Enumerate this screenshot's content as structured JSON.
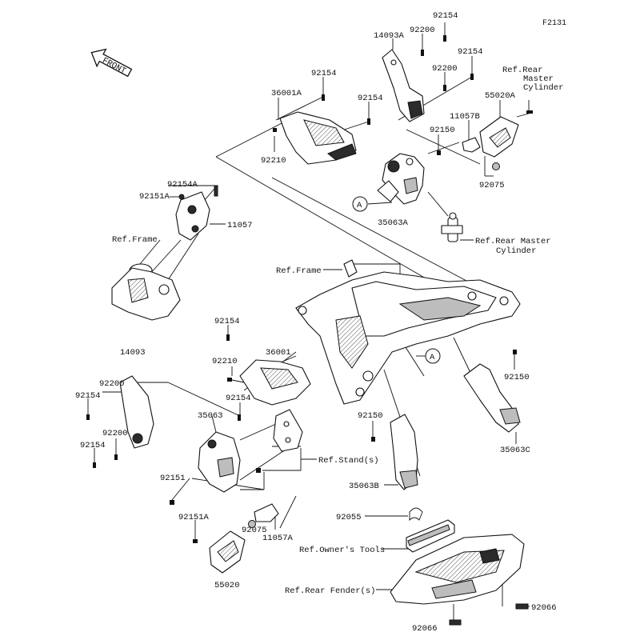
{
  "figure_id": "F2131",
  "front_label": "FRONT",
  "labels": {
    "p14093A": "14093A",
    "p92200_top": "92200",
    "p92154_top": "92154",
    "p92154_top2": "92154",
    "p92200_mid": "92200",
    "p36001A": "36001A",
    "p92154_36001A": "92154",
    "p92154_c": "92154",
    "p11057B": "11057B",
    "p55020A": "55020A",
    "ref_rear_master_1": "Ref.Rear",
    "ref_rear_master_2": "Master",
    "ref_rear_master_3": "Cylinder",
    "p92150_top": "92150",
    "p92210_top": "92210",
    "p92075_top": "92075",
    "circle_a_top": "A",
    "p35063A": "35063A",
    "ref_rear_master_cyl_1": "Ref.Rear Master",
    "ref_rear_master_cyl_2": "Cylinder",
    "p92154A": "92154A",
    "p92151A_top": "92151A",
    "p11057": "11057",
    "ref_frame_left": "Ref.Frame",
    "ref_frame_center": "Ref.Frame",
    "p92154_l1": "92154",
    "p14093": "14093",
    "p92210_l": "92210",
    "p36001": "36001",
    "circle_a_mid": "A",
    "p92200_l1": "92200",
    "p92154_l2": "92154",
    "p92150_r": "92150",
    "p92154_l3": "92154",
    "p35063": "35063",
    "p92150_c": "92150",
    "p92200_l2": "92200",
    "p92154_l4": "92154",
    "p35063C": "35063C",
    "ref_stand": "Ref.Stand(s)",
    "p92151": "92151",
    "p35063B": "35063B",
    "p92055": "92055",
    "p92151A_bot": "92151A",
    "p92075_bot": "92075",
    "p11057A": "11057A",
    "ref_owners_tools": "Ref.Owner's Tools",
    "ref_rear_fender": "Ref.Rear Fender(s)",
    "p55020": "55020",
    "p92066_r": "92066",
    "p92066_b": "92066"
  }
}
